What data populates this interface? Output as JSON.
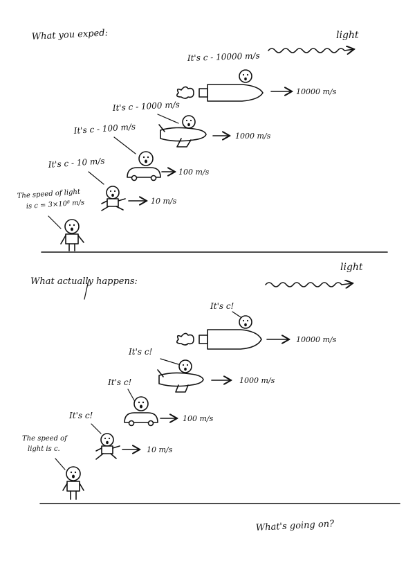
{
  "colors": {
    "ink": "#111111",
    "paper": "#ffffff"
  },
  "top": {
    "heading": "What you exped:",
    "light_label": "light",
    "observer_speech": [
      "The speed of light",
      "is c = 3×10⁸ m/s"
    ],
    "runner": {
      "speech": "It's c - 10 m/s",
      "speed": "10 m/s"
    },
    "car": {
      "speech": "It's c - 100 m/s",
      "speed": "100 m/s"
    },
    "plane": {
      "speech": "It's c - 1000 m/s",
      "speed": "1000 m/s"
    },
    "rocket": {
      "speech": "It's c - 10000 m/s",
      "speed": "10000 m/s"
    }
  },
  "bottom": {
    "heading": "What actually happens:",
    "light_label": "light",
    "observer_speech": [
      "The speed of",
      "light is c."
    ],
    "runner": {
      "speech": "It's c!",
      "speed": "10 m/s"
    },
    "car": {
      "speech": "It's c!",
      "speed": "100 m/s"
    },
    "plane": {
      "speech": "It's c!",
      "speed": "1000 m/s"
    },
    "rocket": {
      "speech": "It's c!",
      "speed": "10000 m/s"
    }
  },
  "footer": {
    "question": "What's going on?"
  },
  "icons": [
    "stick-figure-icon",
    "runner-icon",
    "car-icon",
    "airplane-icon",
    "rocket-icon",
    "wavy-light-icon",
    "arrow-icon"
  ]
}
